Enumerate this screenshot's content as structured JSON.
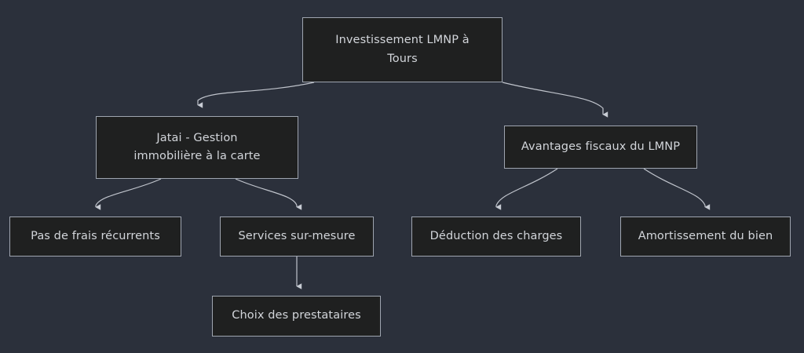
{
  "diagram": {
    "type": "flowchart",
    "direction": "top-down",
    "background_color": "#2b303b",
    "node_fill_color": "#1f2020",
    "node_border_color": "#9fa5b0",
    "text_color": "#d2d5da",
    "edge_color": "#c0c4cc",
    "nodes": [
      {
        "id": "root",
        "label": "Investissement LMNP à\nTours"
      },
      {
        "id": "jatai",
        "label": "Jatai - Gestion\nimmobilière à la carte"
      },
      {
        "id": "avantages",
        "label": "Avantages fiscaux du LMNP"
      },
      {
        "id": "frais",
        "label": "Pas de frais récurrents"
      },
      {
        "id": "services",
        "label": "Services sur-mesure"
      },
      {
        "id": "deduction",
        "label": "Déduction des charges"
      },
      {
        "id": "amortis",
        "label": "Amortissement du bien"
      },
      {
        "id": "prestataires",
        "label": "Choix des prestataires"
      }
    ],
    "edges": [
      {
        "from": "root",
        "to": "jatai",
        "style": "curved-arrow"
      },
      {
        "from": "root",
        "to": "avantages",
        "style": "curved-arrow"
      },
      {
        "from": "jatai",
        "to": "frais",
        "style": "curved-arrow"
      },
      {
        "from": "jatai",
        "to": "services",
        "style": "curved-arrow"
      },
      {
        "from": "avantages",
        "to": "deduction",
        "style": "curved-arrow"
      },
      {
        "from": "avantages",
        "to": "amortis",
        "style": "curved-arrow"
      },
      {
        "from": "services",
        "to": "prestataires",
        "style": "straight-arrow"
      }
    ]
  }
}
